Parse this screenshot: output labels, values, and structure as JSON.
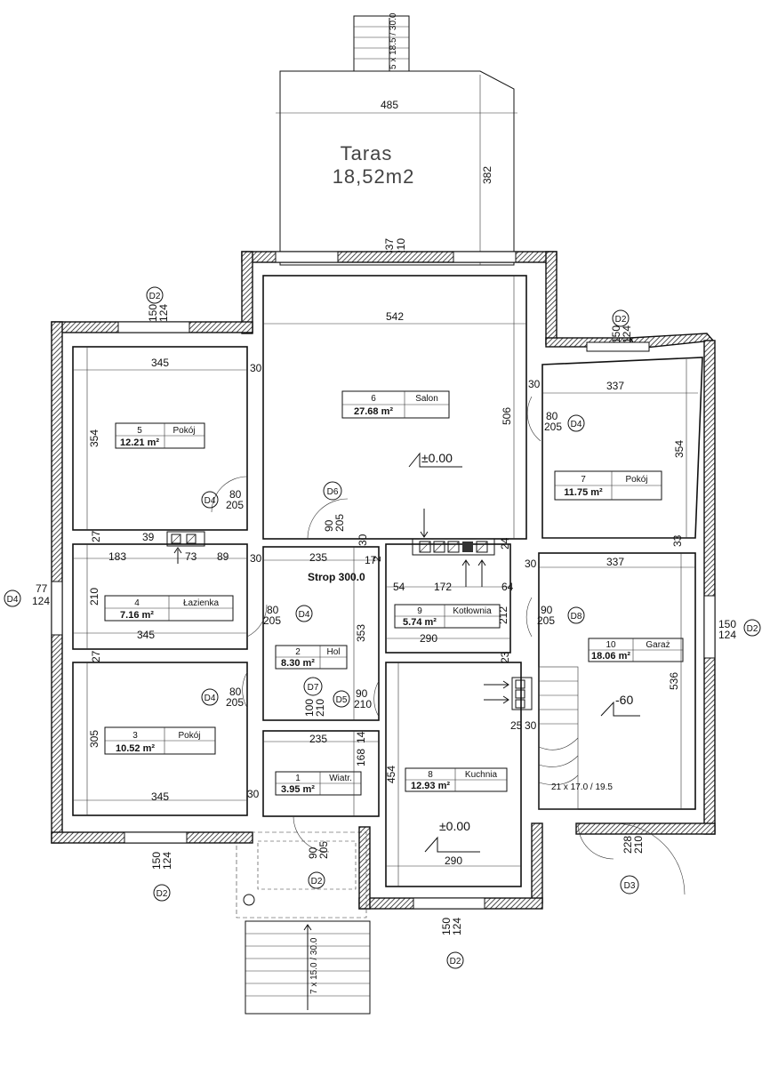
{
  "terrace": {
    "name": "Taras",
    "area": "18,52m2",
    "width": "485",
    "depth": "382",
    "door": "337",
    "door_h": "210"
  },
  "rooms": [
    {
      "num": "1",
      "name": "Wiatr.",
      "area": "3.95 m²"
    },
    {
      "num": "2",
      "name": "Hol",
      "area": "8.30 m²"
    },
    {
      "num": "3",
      "name": "Pokój",
      "area": "10.52 m²"
    },
    {
      "num": "4",
      "name": "Łazienka",
      "area": "7.16 m²"
    },
    {
      "num": "5",
      "name": "Pokój",
      "area": "12.21 m²"
    },
    {
      "num": "6",
      "name": "Salon",
      "area": "27.68 m²"
    },
    {
      "num": "7",
      "name": "Pokój",
      "area": "11.75 m²"
    },
    {
      "num": "8",
      "name": "Kuchnia",
      "area": "12.93 m²"
    },
    {
      "num": "9",
      "name": "Kotłownia",
      "area": "5.74 m²"
    },
    {
      "num": "10",
      "name": "Garaż",
      "area": "18.06 m²"
    }
  ],
  "levels": {
    "salon": "±0.00",
    "kitchen": "±0.00",
    "garage": "-60"
  },
  "strop": "Strop 300.0",
  "stairs": {
    "top": "5 x 18.5 / 30.0",
    "bottom": "7 x 15.0 / 30.0",
    "garage": "21 x 17.0 / 19.5"
  },
  "dims": {
    "d542": "542",
    "d345": "345",
    "d345b": "345",
    "d345c": "345",
    "d337": "337",
    "d337b": "337",
    "d354": "354",
    "d354b": "354",
    "d506": "506",
    "d536": "536",
    "d305": "305",
    "d210": "210",
    "d353": "353",
    "d454": "454",
    "d290": "290",
    "d290b": "290",
    "d235": "235",
    "d235b": "235",
    "d183": "183",
    "d73": "73",
    "d89": "89",
    "d172": "172",
    "d54": "54",
    "d64": "64",
    "d168": "168",
    "d212": "212",
    "d30": "30",
    "d27": "27",
    "d39": "39",
    "d17": "17",
    "d14": "14",
    "d24": "24",
    "d33": "33",
    "d25": "25",
    "d23": "23",
    "d2": "2",
    "d77": "77",
    "d124": "124"
  },
  "doors": {
    "d4a": "D4",
    "d4b": "D4",
    "d4c": "D4",
    "d4d": "D4",
    "d5": "D5",
    "d6": "D6",
    "d7": "D7",
    "d8": "D8",
    "d2a": "D2",
    "d2b": "D2",
    "d2c": "D2",
    "d2d": "D2",
    "d2e": "D2",
    "d3": "D3",
    "w80": "80",
    "h205": "205",
    "w90": "90",
    "h210": "210",
    "w100": "100",
    "win150": "150",
    "win124": "124",
    "win228": "228"
  }
}
